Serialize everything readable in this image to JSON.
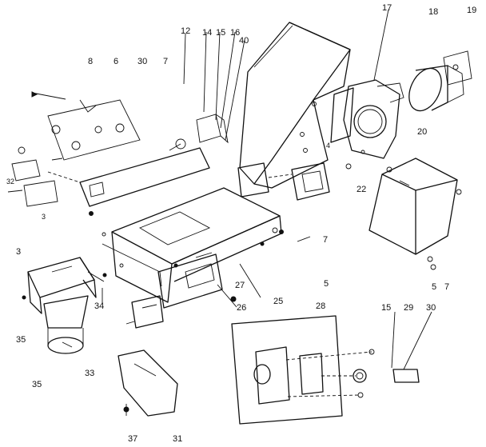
{
  "callouts": {
    "c12": "12",
    "c14": "14",
    "c15": "15",
    "c16": "16",
    "c40": "40",
    "c17": "17",
    "c18": "18",
    "c19": "19",
    "c8": "8",
    "c6": "6",
    "c30": "30",
    "c7a": "7",
    "c20": "20",
    "c22": "22",
    "c4": "4",
    "c7b": "7",
    "c5a": "5",
    "c5b": "5",
    "c7c": "7",
    "c27": "27",
    "c26": "26",
    "c25": "25",
    "c34": "34",
    "c3a": "3",
    "c3b": "3",
    "c35a": "35",
    "c35b": "35",
    "c33": "33",
    "c28": "28",
    "c15b": "15",
    "c29": "29",
    "c30b": "30",
    "c37": "37",
    "c31": "31",
    "c32": "32"
  }
}
